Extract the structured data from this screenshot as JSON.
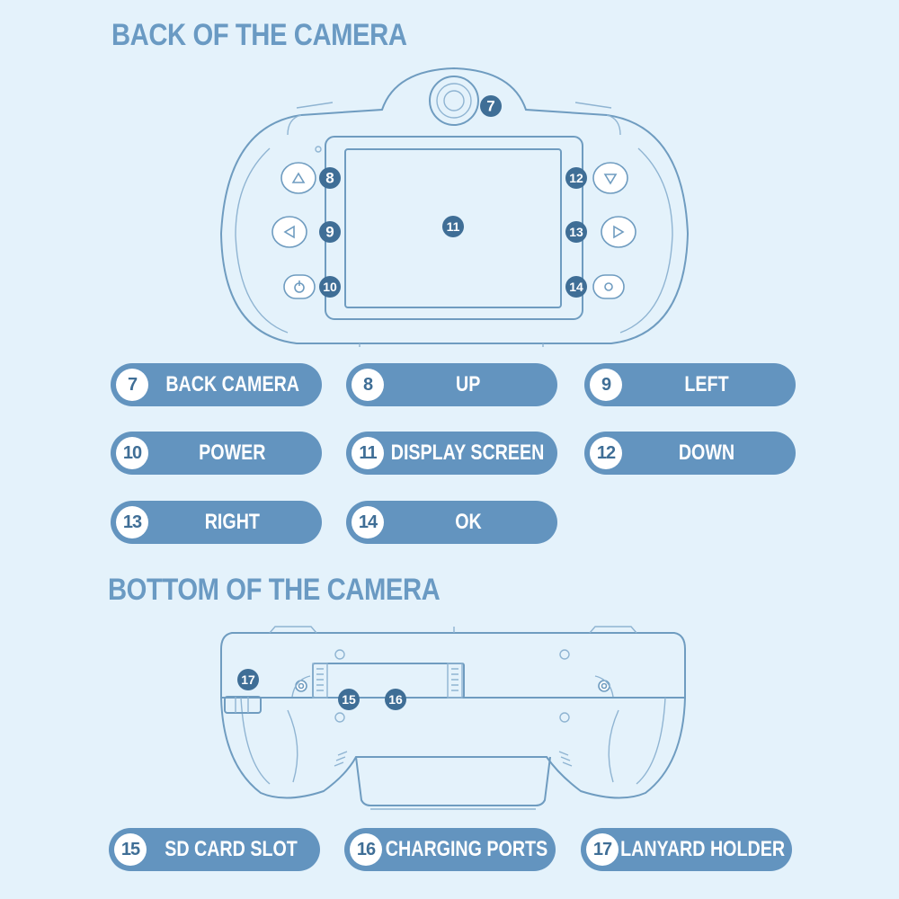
{
  "headings": {
    "back": "BACK OF THE CAMERA",
    "bottom": "BOTTOM OF THE CAMERA"
  },
  "markers": {
    "m7": "7",
    "m8": "8",
    "m9": "9",
    "m10": "10",
    "m11": "11",
    "m12": "12",
    "m13": "13",
    "m14": "14",
    "m15": "15",
    "m16": "16",
    "m17": "17"
  },
  "legend": [
    {
      "num": "7",
      "label": "BACK CAMERA"
    },
    {
      "num": "8",
      "label": "UP"
    },
    {
      "num": "9",
      "label": "LEFT"
    },
    {
      "num": "10",
      "label": "POWER"
    },
    {
      "num": "11",
      "label": "DISPLAY SCREEN"
    },
    {
      "num": "12",
      "label": "DOWN"
    },
    {
      "num": "13",
      "label": "RIGHT"
    },
    {
      "num": "14",
      "label": "OK"
    },
    {
      "num": "15",
      "label": "SD CARD SLOT"
    },
    {
      "num": "16",
      "label": "CHARGING PORTS"
    },
    {
      "num": "17",
      "label": "LANYARD HOLDER"
    }
  ],
  "colors": {
    "background": "#e4f2fb",
    "pill": "#6394bf",
    "marker": "#3f6e96",
    "line": "#6f9cc0"
  }
}
